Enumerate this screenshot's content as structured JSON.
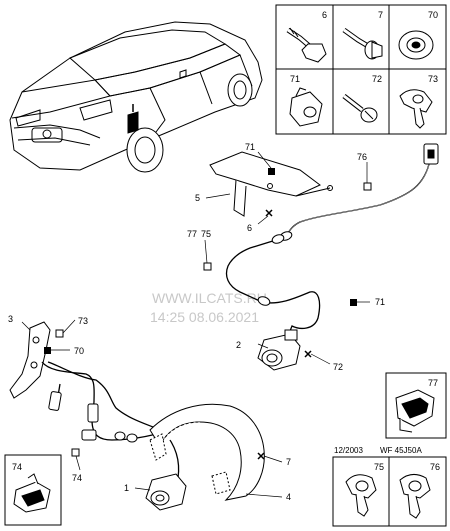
{
  "watermark": {
    "line1": "WWW.ILCATS.RU",
    "line2": "14:25 08.06.2021"
  },
  "parts_table": {
    "cells": [
      {
        "label": "6",
        "icon": "bolt-hex-flange-icon"
      },
      {
        "label": "7",
        "icon": "bolt-flanged-icon"
      },
      {
        "label": "70",
        "icon": "grommet-icon"
      },
      {
        "label": "71",
        "icon": "clip-nut-icon"
      },
      {
        "label": "72",
        "icon": "screw-icon"
      },
      {
        "label": "73",
        "icon": "cable-clip-icon"
      }
    ]
  },
  "callouts": {
    "c1": "1",
    "c2": "2",
    "c3": "3",
    "c4": "4",
    "c5": "5",
    "c6": "6",
    "c7": "7",
    "c70": "70",
    "c71a": "71",
    "c71b": "71",
    "c72": "72",
    "c73": "73",
    "c74": "74",
    "c75": "75",
    "c76": "76",
    "c77": "77"
  },
  "inset_74": {
    "label": "74"
  },
  "inset_77": {
    "label": "77"
  },
  "bottom_box": {
    "date": "12/2003",
    "code": "WF 45J50A",
    "label_75": "75",
    "label_76": "76"
  }
}
